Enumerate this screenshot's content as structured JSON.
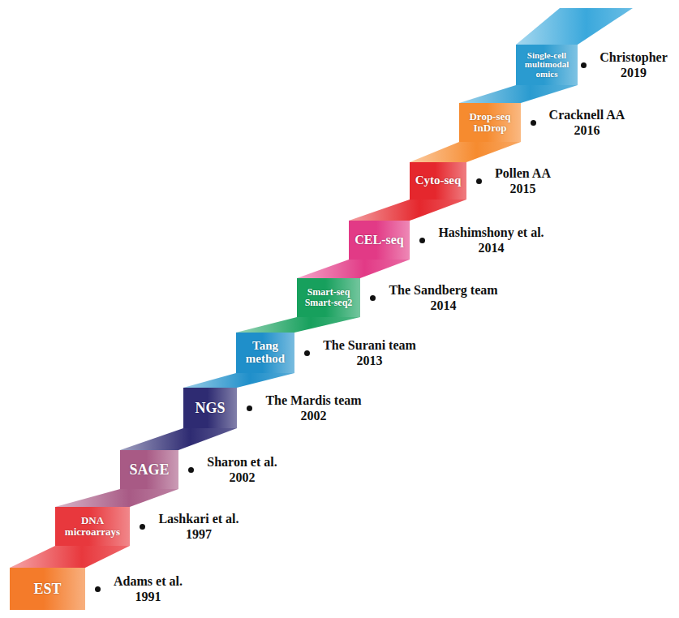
{
  "diagram": {
    "nodes": [
      {
        "text": [
          "EST",
          "Adams et al. 1991"
        ]
      },
      {
        "text": [
          "DNA microarrays",
          "Lashkari et al. 1997"
        ]
      },
      {
        "text": [
          "SAGE",
          "Sharon et al. 2002"
        ]
      },
      {
        "text": [
          "NGS",
          "The Mardis team 2002"
        ]
      },
      {
        "text": [
          "Tang method",
          "The Surani team 2013"
        ]
      },
      {
        "text": [
          "Smart-seq Smart-seq2",
          "The Sandberg team 2014"
        ]
      },
      {
        "text": [
          "CEL-seq",
          "Hashimshony et al. 2014"
        ]
      },
      {
        "text": [
          "Cyto-seq",
          "Pollen AA 2015"
        ]
      },
      {
        "text": [
          "Drop-seq InDrop",
          "Cracknell AA 2016"
        ]
      },
      {
        "text": [
          "Single-cell multimodal omics",
          "Christopher 2019"
        ]
      }
    ]
  }
}
